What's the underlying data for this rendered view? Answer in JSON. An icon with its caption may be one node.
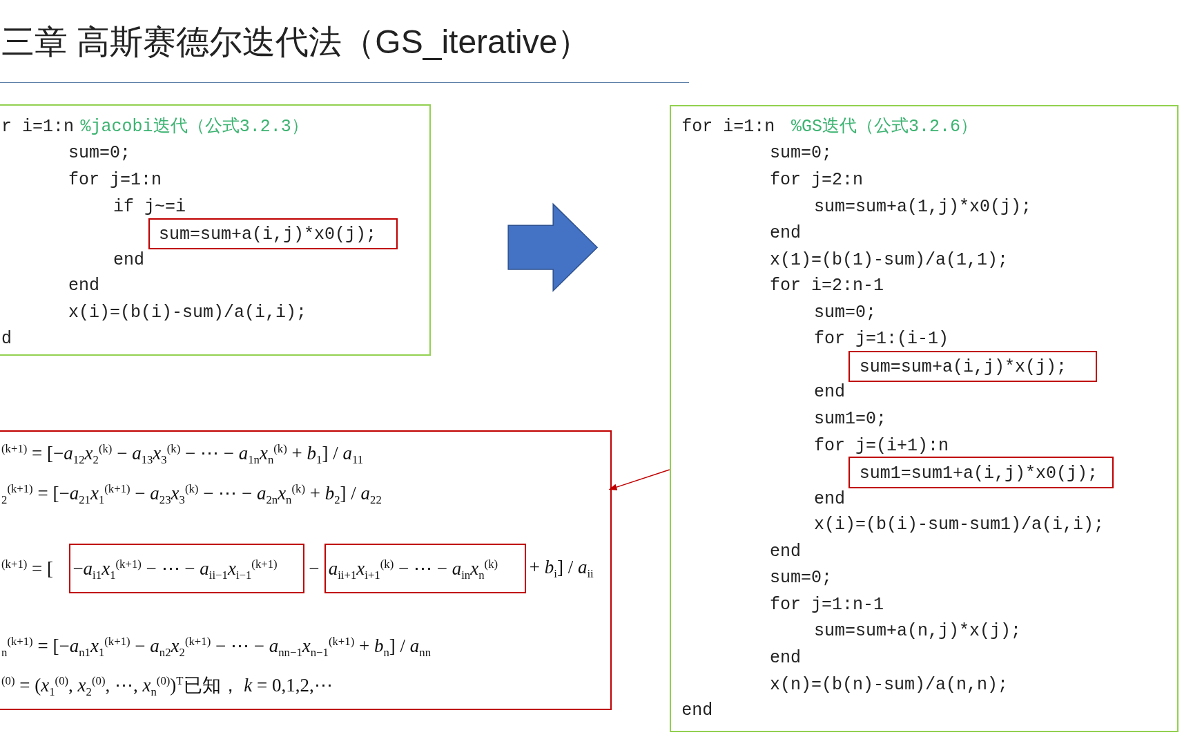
{
  "diagram": {
    "title": "三章 高斯赛德尔迭代法（GS_iterative）",
    "nodes": [
      {
        "text": [
          "r i=1:n",
          "%jacobi迭代（公式3.2.3）",
          "sum=0;",
          "for j=1:n",
          "if j~=i",
          "end",
          "end",
          "x(i)=(b(i)-sum)/a(i,i);",
          "d"
        ]
      },
      {
        "text": [
          "sum=sum+a(i,j)*x0(j);"
        ],
        "in": 0
      },
      {
        "text": [
          "for i=1:n",
          "%GS迭代（公式3.2.6）",
          "sum=0;",
          "for j=2:n",
          "sum=sum+a(1,j)*x0(j);",
          "end",
          "x(1)=(b(1)-sum)/a(1,1);",
          "for i=2:n-1",
          "sum=0;",
          "for j=1:(i-1)",
          "end",
          "sum1=0;",
          "for j=(i+1):n",
          "end",
          "x(i)=(b(i)-sum-sum1)/a(i,i);",
          "end",
          "sum=0;",
          "for j=1:n-1",
          "sum=sum+a(n,j)*x(j);",
          "end",
          "x(n)=(b(n)-sum)/a(n,n);",
          "end"
        ]
      },
      {
        "text": [
          "sum=sum+a(i,j)*x(j);"
        ],
        "in": 2
      },
      {
        "text": [
          "sum1=sum1+a(i,j)*x0(j);"
        ],
        "in": 2
      },
      {
        "text": [
          "$^{(k+1)}$ = [−*a*$_{12}$*x*$_{2}$$^{(k)}$ − *a*$_{13}$*x*$_{3}$$^{(k)}$ − ⋯ − *a*$_{1n}$*x*$_{n}$$^{(k)}$ + *b*$_{1}$] / *a*$_{11}$",
          "$_{2}$$^{(k+1)}$ = [−*a*$_{21}$*x*$_{1}$$^{(k+1)}$ − *a*$_{23}$*x*$_{3}$$^{(k)}$ − ⋯ − *a*$_{2n}$*x*$_{n}$$^{(k)}$ + *b*$_{2}$] / *a*$_{22}$",
          "$^{(k+1)}$ = [",
          "−",
          "+ *b*$_{i}$] / *a*$_{ii}$",
          "$_{n}$$^{(k+1)}$ = [−*a*$_{n1}$*x*$_{1}$$^{(k+1)}$ − *a*$_{n2}$*x*$_{2}$$^{(k+1)}$ − ⋯ − *a*$_{nn−1}$*x*$_{n−1}$$^{(k+1)}$ + *b*$_{n}$] / *a*$_{nn}$",
          "$^{(0)}$ = (*x*$_{1}$$^{(0)}$, *x*$_{2}$$^{(0)}$, ⋯, *x*$_{n}$$^{(0)}$)$^{T}$已知， *k* = 0,1,2,⋯"
        ]
      },
      {
        "text": [
          "−*a*$_{i1}$*x*$_{1}$$^{(k+1)}$ − ⋯ − *a*$_{ii−1}$*x*$_{i−1}$$^{(k+1)}$"
        ],
        "in": 5
      },
      {
        "text": [
          "*a*$_{ii+1}$*x*$_{i+1}$$^{(k)}$ − ⋯ − *a*$_{in}$*x*$_{n}$$^{(k)}$"
        ],
        "in": 5
      }
    ],
    "edges": [
      {
        "from": 0,
        "to": 2,
        "arrow": "to",
        "style": "thick",
        "color": "#4472c4"
      },
      {
        "from": 2,
        "to": 5,
        "arrow": "to",
        "color": "#c00000"
      }
    ]
  }
}
